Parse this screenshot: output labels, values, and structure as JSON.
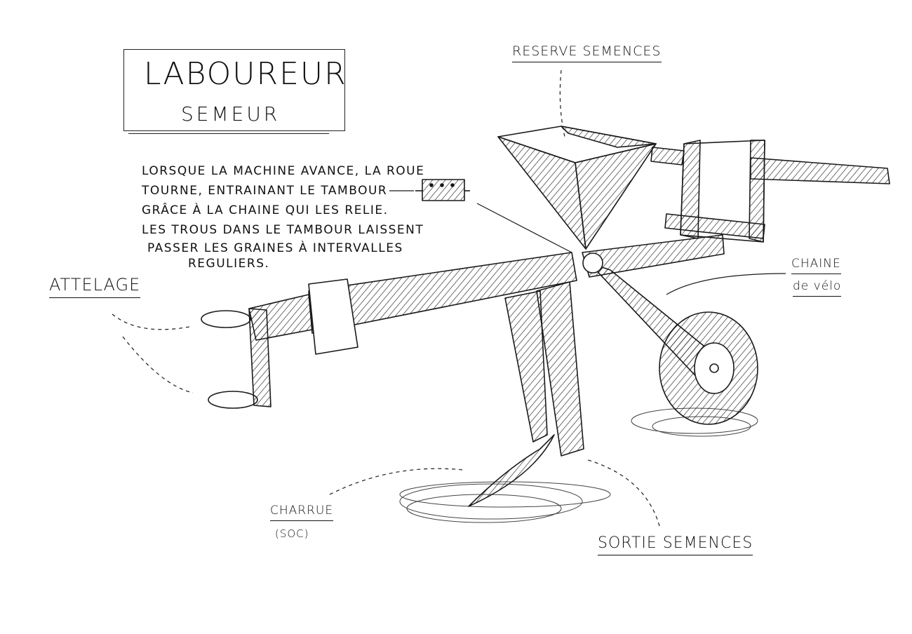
{
  "title": {
    "line1": "Laboureur",
    "line2": "Semeur"
  },
  "labels": {
    "reserve": "Reserve Semences",
    "attelage": "Attelage",
    "chaine_line1": "Chaine",
    "chaine_line2": "de vélo",
    "charrue": "Charrue",
    "soc": "(soc)",
    "sortie": "Sortie Semences"
  },
  "description": [
    "Lorsque la machine avance, la roue",
    "tourne, entrainant le tambour",
    "grâce à la chaine qui les relie.",
    "Les trous dans le tambour laissent",
    "passer les graines à intervalles",
    "reguliers."
  ],
  "colors": {
    "ink": "#111111",
    "paper": "#ffffff"
  }
}
